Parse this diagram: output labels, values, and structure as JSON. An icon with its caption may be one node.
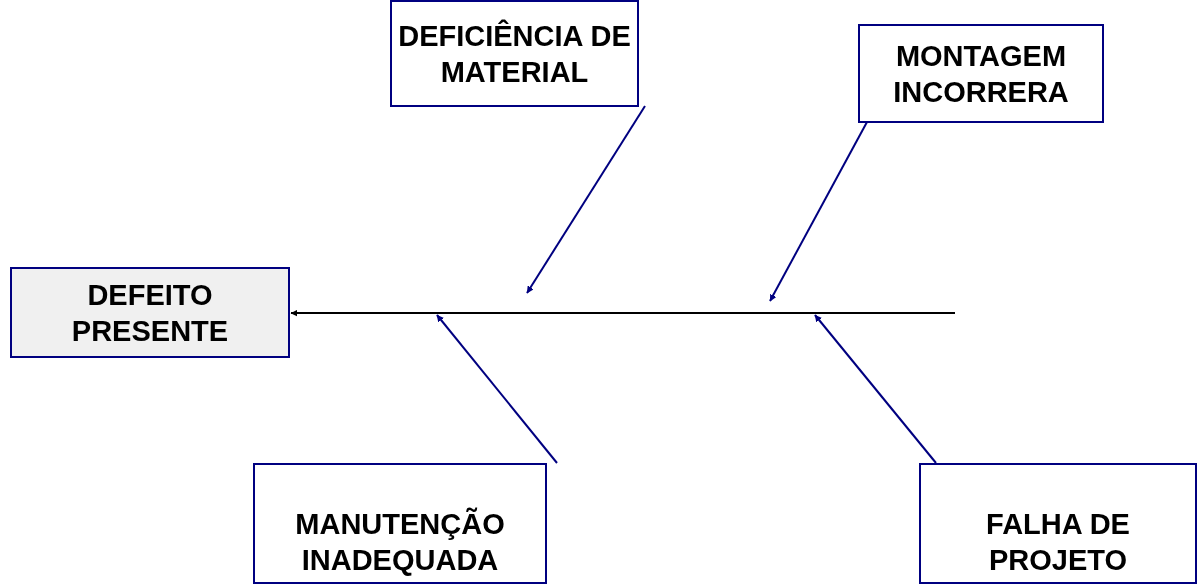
{
  "diagram": {
    "nodes": [
      {
        "text": [
          "DEFEITO PRESENTE"
        ]
      },
      {
        "text": [
          "DEFICIÊNCIA DE MATERIAL"
        ]
      },
      {
        "text": [
          "MONTAGEM INCORRERA"
        ]
      },
      {
        "text": [
          "MANUTENÇÃO INADEQUADA"
        ]
      },
      {
        "text": [
          "FALHA DE PROJETO"
        ]
      }
    ],
    "edges": [
      {
        "from": null,
        "to": 0,
        "arrow": "to",
        "color": "#000000"
      },
      {
        "from": 1,
        "to": null,
        "arrow": "to"
      },
      {
        "from": 2,
        "to": null,
        "arrow": "to"
      },
      {
        "from": 3,
        "to": null,
        "arrow": "to"
      },
      {
        "from": 4,
        "to": null,
        "arrow": "to"
      }
    ]
  }
}
